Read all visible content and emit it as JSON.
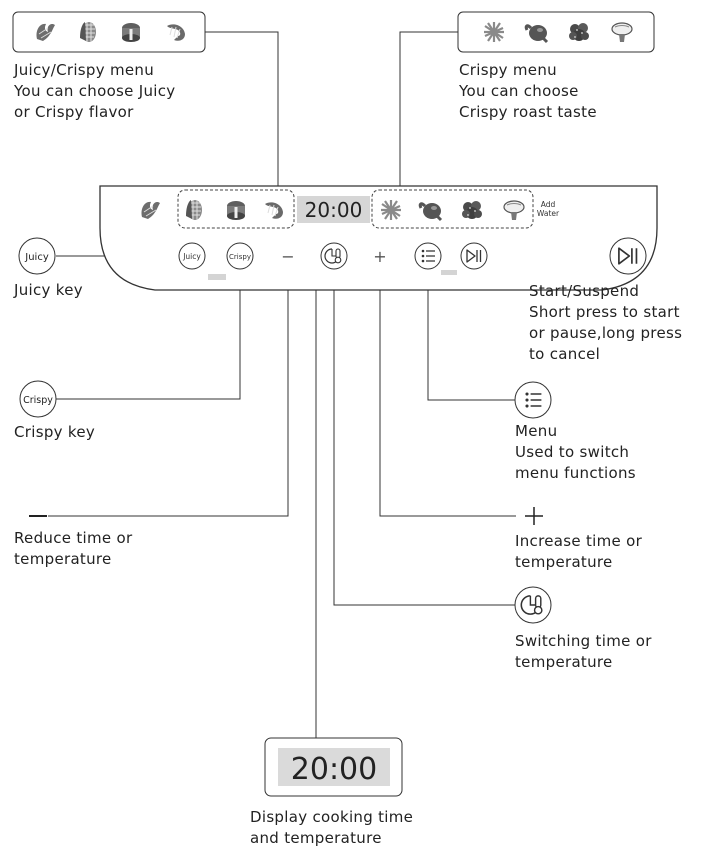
{
  "panel": {
    "display": "20:00",
    "add_water_line1": "Add",
    "add_water_line2": "Water",
    "juicy_button": "Juicy",
    "crispy_button": "Crispy",
    "minus_symbol": "−",
    "plus_symbol": "+"
  },
  "callouts": {
    "juicy_crispy_menu": [
      "Juicy/Crispy menu",
      "You can choose Juicy",
      "or Crispy flavor"
    ],
    "crispy_menu": [
      "Crispy menu",
      "You can choose",
      "Crispy roast taste"
    ],
    "juicy_key": {
      "badge": "Juicy",
      "lines": [
        "Juicy key"
      ]
    },
    "crispy_key": {
      "badge": "Crispy",
      "lines": [
        "Crispy key"
      ]
    },
    "start_suspend": [
      "Start/Suspend",
      "Short press to start",
      "or pause,long press",
      "to cancel"
    ],
    "menu": [
      "Menu",
      "Used to switch",
      "menu functions"
    ],
    "reduce": [
      "Reduce time or",
      "temperature"
    ],
    "increase": [
      "Increase time or",
      "temperature"
    ],
    "switching": [
      "Switching time or",
      "temperature"
    ],
    "display": {
      "digits": "20:00",
      "lines": [
        "Display cooking time",
        "and temperature"
      ]
    }
  },
  "icons": {
    "juicy_crispy_menu": [
      "wings-icon",
      "corn-icon",
      "cake-icon",
      "shrimp-icon"
    ],
    "crispy_menu": [
      "fries-icon",
      "chicken-icon",
      "broccoli-icon",
      "steak-icon"
    ]
  }
}
